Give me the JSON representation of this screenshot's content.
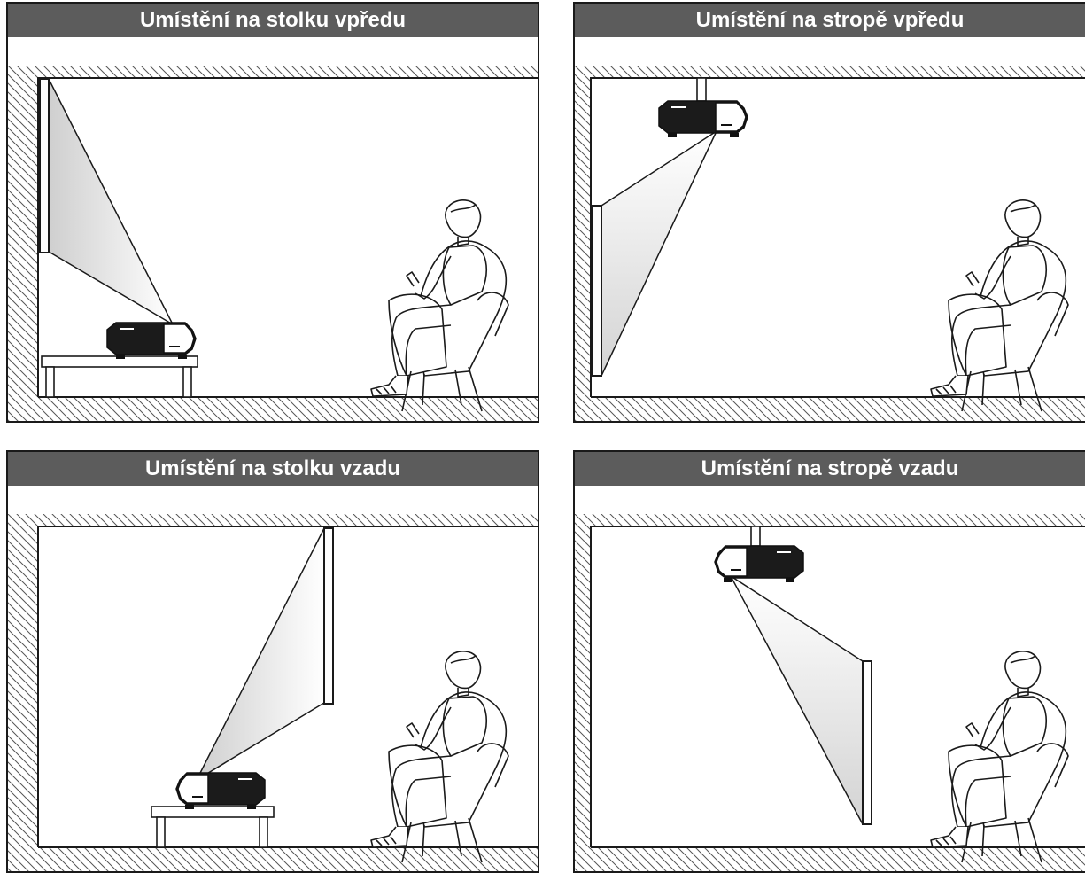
{
  "panels": [
    {
      "title": "Umístění na stolku vpředu"
    },
    {
      "title": "Umístění na stropě vpředu"
    },
    {
      "title": "Umístění na stolku vzadu"
    },
    {
      "title": "Umístění na stropě vzadu"
    }
  ],
  "colors": {
    "header_bg": "#5c5c5c",
    "header_text": "#ffffff",
    "line": "#1a1a1a"
  },
  "icons": [
    "projector-icon",
    "projection-screen-icon",
    "seated-viewer-icon",
    "armchair-icon",
    "table-icon",
    "ceiling-mount-icon"
  ]
}
